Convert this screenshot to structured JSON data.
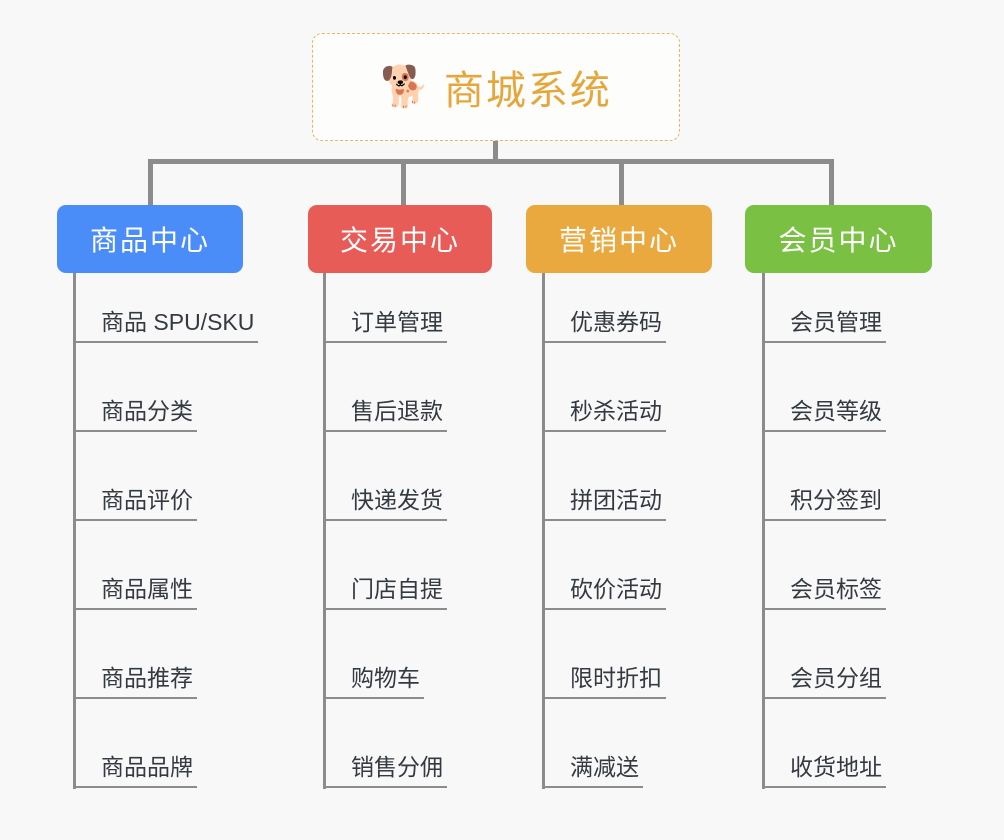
{
  "canvas": {
    "background_color": "#f8f8f8"
  },
  "root": {
    "icon": "dog-face-emoji",
    "emoji": "🐕",
    "title": "商城系统",
    "text_color": "#e5a73c",
    "border_color": "#e8b763"
  },
  "connector_color": "#8c8c8c",
  "branches": [
    {
      "id": "product-center",
      "label": "商品中心",
      "color": "#4b8df8",
      "text_color": "#ffffff",
      "items": [
        "商品 SPU/SKU",
        "商品分类",
        "商品评价",
        "商品属性",
        "商品推荐",
        "商品品牌"
      ]
    },
    {
      "id": "trade-center",
      "label": "交易中心",
      "color": "#e75c57",
      "text_color": "#ffffff",
      "items": [
        "订单管理",
        "售后退款",
        "快递发货",
        "门店自提",
        "购物车",
        "销售分佣"
      ]
    },
    {
      "id": "marketing-center",
      "label": "营销中心",
      "color": "#eaa93f",
      "text_color": "#ffffff",
      "items": [
        "优惠券码",
        "秒杀活动",
        "拼团活动",
        "砍价活动",
        "限时折扣",
        "满减送"
      ]
    },
    {
      "id": "member-center",
      "label": "会员中心",
      "color": "#7ac143",
      "text_color": "#ffffff",
      "items": [
        "会员管理",
        "会员等级",
        "积分签到",
        "会员标签",
        "会员分组",
        "收货地址"
      ]
    }
  ]
}
